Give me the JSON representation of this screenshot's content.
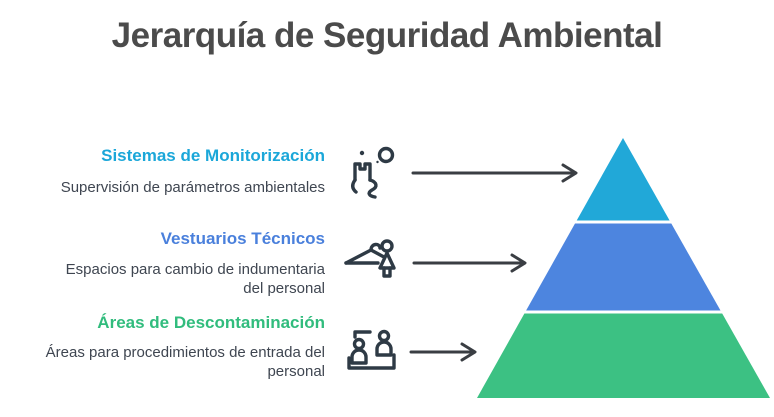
{
  "title": "Jerarquía de Seguridad Ambiental",
  "sections": [
    {
      "heading": "Sistemas de Monitorización",
      "description": "Supervisión de parámetros ambientales",
      "color": "#1BA7D9",
      "icon": "supervisor-monitoring-icon",
      "pyramid_level": "top"
    },
    {
      "heading": "Vestuarios Técnicos",
      "description": "Espacios para cambio de indumentaria del personal",
      "color": "#4A80DC",
      "icon": "changing-room-icon",
      "pyramid_level": "middle"
    },
    {
      "heading": "Áreas de Descontaminación",
      "description": "Áreas para procedimientos de entrada del personal",
      "color": "#31BC7D",
      "icon": "personnel-entry-icon",
      "pyramid_level": "bottom"
    }
  ],
  "pyramid": {
    "levels": 3,
    "top_color": "#21A8D8",
    "middle_color": "#4D85DF",
    "bottom_color": "#3CC183"
  },
  "arrow_color": "#3A3E43",
  "icon_color": "#2E3A45",
  "title_color": "#4B4B4B",
  "body_text_color": "#3F4651"
}
